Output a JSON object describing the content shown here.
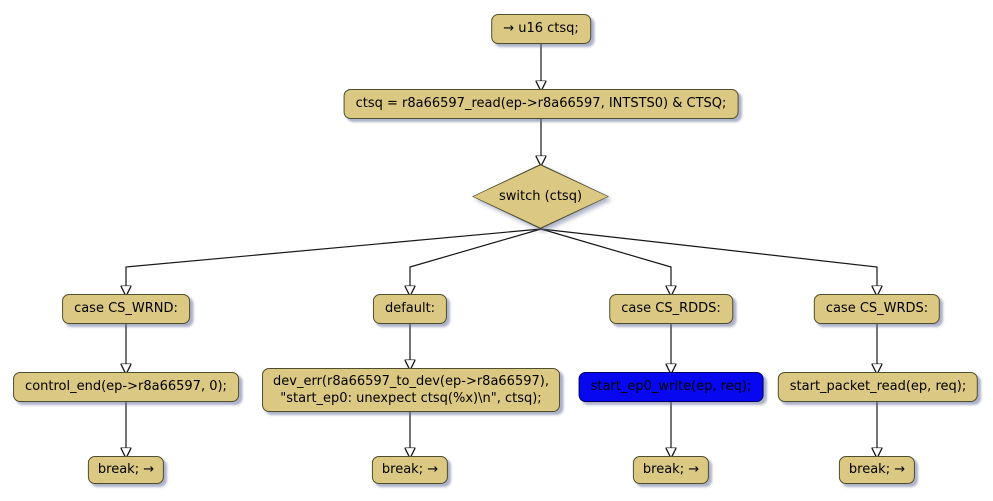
{
  "diagram": {
    "type": "flowchart-activity-diagram",
    "colors": {
      "background": "#ffffff",
      "node_fill": "#dbc882",
      "node_border": "#4e4e2e",
      "highlight_fill": "#0808f0",
      "highlight_border": "#000060",
      "arrow": "#161616",
      "shadow": "rgba(105,115,155,0.55)"
    },
    "nodes": {
      "start": {
        "label": "→ u16 ctsq;"
      },
      "read": {
        "label": "ctsq = r8a66597_read(ep->r8a66597, INTSTS0) & CTSQ;"
      },
      "switch": {
        "label": "switch (ctsq)"
      },
      "case_wrnd": {
        "label": "case CS_WRND:"
      },
      "case_default": {
        "label": "default:"
      },
      "case_rdds": {
        "label": "case CS_RDDS:"
      },
      "case_wrds": {
        "label": "case CS_WRDS:"
      },
      "control_end": {
        "label": "control_end(ep->r8a66597, 0);"
      },
      "dev_err": {
        "line1": "dev_err(r8a66597_to_dev(ep->r8a66597),",
        "line2": "\"start_ep0: unexpect ctsq(%x)\\n\", ctsq);"
      },
      "start_ep0_write": {
        "label": "start_ep0_write(ep, req);"
      },
      "start_packet_read": {
        "label": "start_packet_read(ep, req);"
      },
      "break_wrnd": {
        "label": "break; →"
      },
      "break_default": {
        "label": "break; →"
      },
      "break_rdds": {
        "label": "break; →"
      },
      "break_wrds": {
        "label": "break; →"
      }
    }
  }
}
